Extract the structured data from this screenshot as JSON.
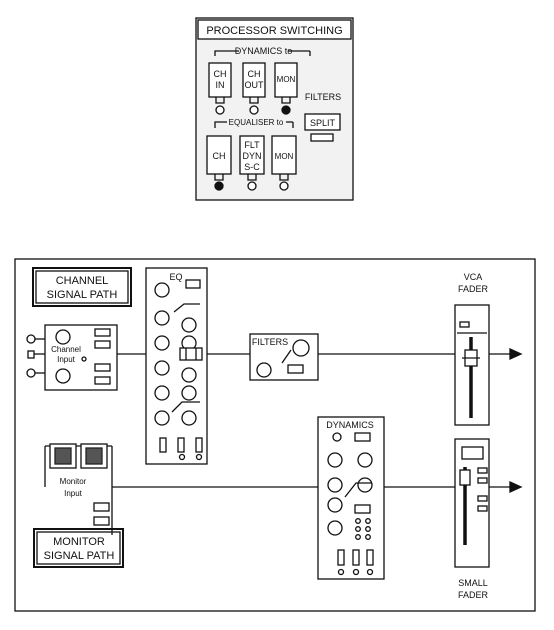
{
  "processor_switching": {
    "title": "PROCESSOR SWITCHING",
    "dynamics_to": "DYNAMICS to",
    "dyn_buttons": [
      {
        "line1": "CH",
        "line2": "IN"
      },
      {
        "line1": "CH",
        "line2": "OUT"
      },
      {
        "line1": "MON",
        "line2": ""
      }
    ],
    "filters_label": "FILTERS",
    "split_label": "SPLIT",
    "equaliser_to": "EQUALISER to",
    "eq_buttons": [
      {
        "line1": "CH",
        "line2": "",
        "line3": ""
      },
      {
        "line1": "FLT",
        "line2": "DYN",
        "line3": "S-C"
      },
      {
        "line1": "MON",
        "line2": "",
        "line3": ""
      }
    ]
  },
  "signal_path": {
    "channel_path_line1": "CHANNEL",
    "channel_path_line2": "SIGNAL PATH",
    "monitor_path_line1": "MONITOR",
    "monitor_path_line2": "SIGNAL PATH",
    "channel_input_line1": "Channel",
    "channel_input_line2": "Input",
    "monitor_input_line1": "Monitor",
    "monitor_input_line2": "Input",
    "eq_label": "EQ",
    "filters_label": "FILTERS",
    "dynamics_label": "DYNAMICS",
    "vca_fader_line1": "VCA",
    "vca_fader_line2": "FADER",
    "small_fader_line1": "SMALL",
    "small_fader_line2": "FADER"
  },
  "colors": {
    "ink": "#111111",
    "panel": "#f2f2f2",
    "background": "#ffffff"
  }
}
